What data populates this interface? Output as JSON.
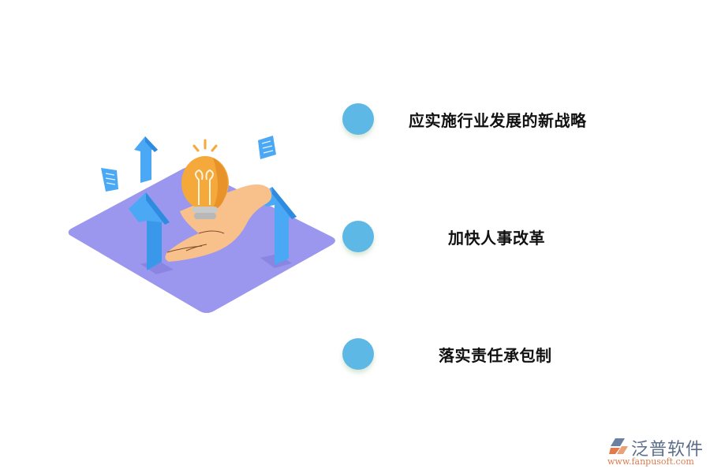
{
  "items": [
    {
      "label": "应实施行业发展的新战略"
    },
    {
      "label": "加快人事改革"
    },
    {
      "label": "落实责任承包制"
    }
  ],
  "logo": {
    "name": "泛普软件",
    "url": "www.fanpusoft.com"
  },
  "colors": {
    "dot": "#5db8e6",
    "platform": "#9b97ee",
    "arrow": "#4aa8f5",
    "bulb": "#f4a93a",
    "hand": "#f8c08a",
    "logo_text": "#5a6d8a",
    "logo_url": "#e07a4a"
  }
}
